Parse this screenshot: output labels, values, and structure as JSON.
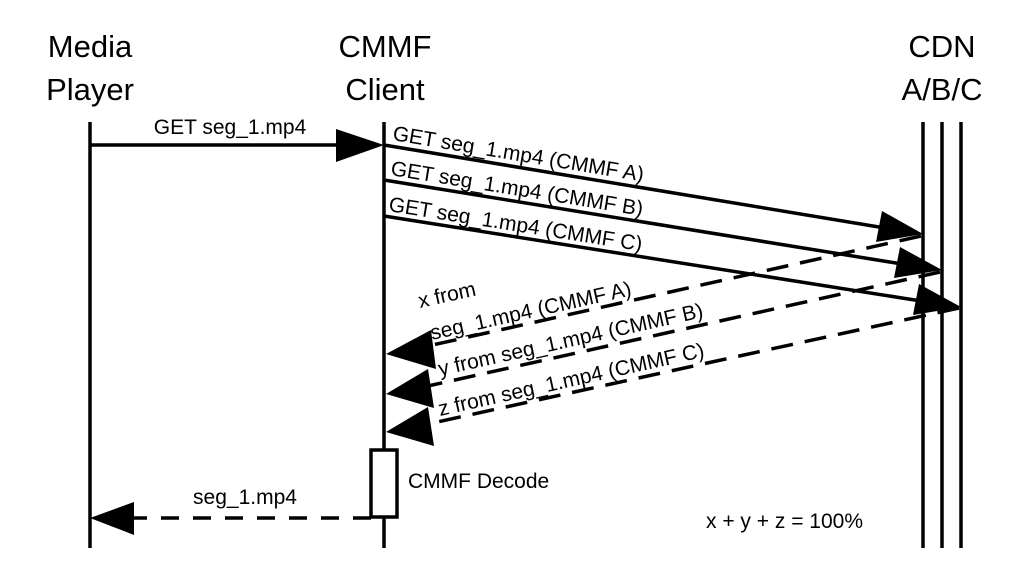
{
  "diagram": {
    "type": "sequence",
    "actors": [
      {
        "id": "player",
        "line1": "Media",
        "line2": "Player"
      },
      {
        "id": "client",
        "line1": "CMMF",
        "line2": "Client"
      },
      {
        "id": "cdn",
        "line1": "CDN",
        "line2": "A/B/C",
        "sublanes": [
          "A",
          "B",
          "C"
        ]
      }
    ],
    "messages": [
      {
        "id": "m1",
        "from": "player",
        "to": "client",
        "label": "GET seg_1.mp4",
        "style": "solid"
      },
      {
        "id": "m2",
        "from": "client",
        "to": "cdn-A",
        "label": "GET seg_1.mp4 (CMMF A)",
        "style": "solid"
      },
      {
        "id": "m3",
        "from": "client",
        "to": "cdn-B",
        "label": "GET seg_1.mp4 (CMMF B)",
        "style": "solid"
      },
      {
        "id": "m4",
        "from": "client",
        "to": "cdn-C",
        "label": "GET seg_1.mp4 (CMMF C)",
        "style": "solid"
      },
      {
        "id": "r1",
        "from": "cdn-A",
        "to": "client",
        "label_line1": "x from",
        "label_line2": "seg_1.mp4 (CMMF A)",
        "style": "dashed"
      },
      {
        "id": "r2",
        "from": "cdn-B",
        "to": "client",
        "label": "y from seg_1.mp4 (CMMF B)",
        "style": "dashed"
      },
      {
        "id": "r3",
        "from": "cdn-C",
        "to": "client",
        "label": "z from seg_1.mp4 (CMMF C)",
        "style": "dashed"
      },
      {
        "id": "r4",
        "from": "client",
        "to": "player",
        "label": "seg_1.mp4",
        "style": "dashed"
      }
    ],
    "activation": {
      "on": "client",
      "label": "CMMF Decode"
    },
    "note": "x + y + z = 100%"
  }
}
